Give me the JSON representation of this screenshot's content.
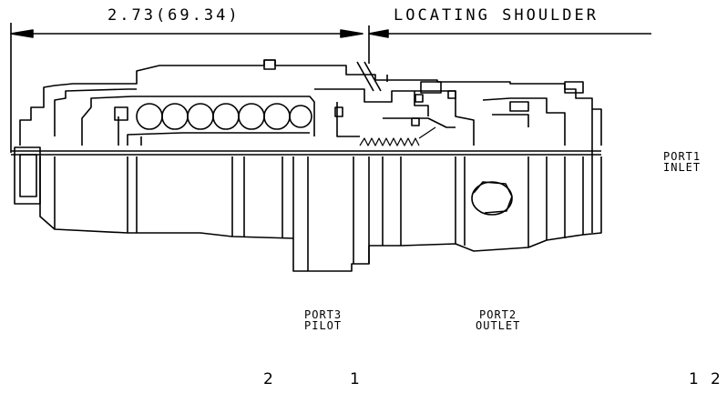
{
  "dimension": {
    "label": "2.73(69.34)"
  },
  "callout": {
    "label": "LOCATING SHOULDER"
  },
  "ports": {
    "port1": {
      "line1": "PORT1",
      "line2": "INLET"
    },
    "port2": {
      "line1": "PORT2",
      "line2": "OUTLET"
    },
    "port3": {
      "line1": "PORT3",
      "line2": "PILOT"
    }
  },
  "bottom_numbers": [
    "2",
    "1",
    "1",
    "2"
  ],
  "colors": {
    "line": "#000000",
    "background": "#ffffff"
  }
}
